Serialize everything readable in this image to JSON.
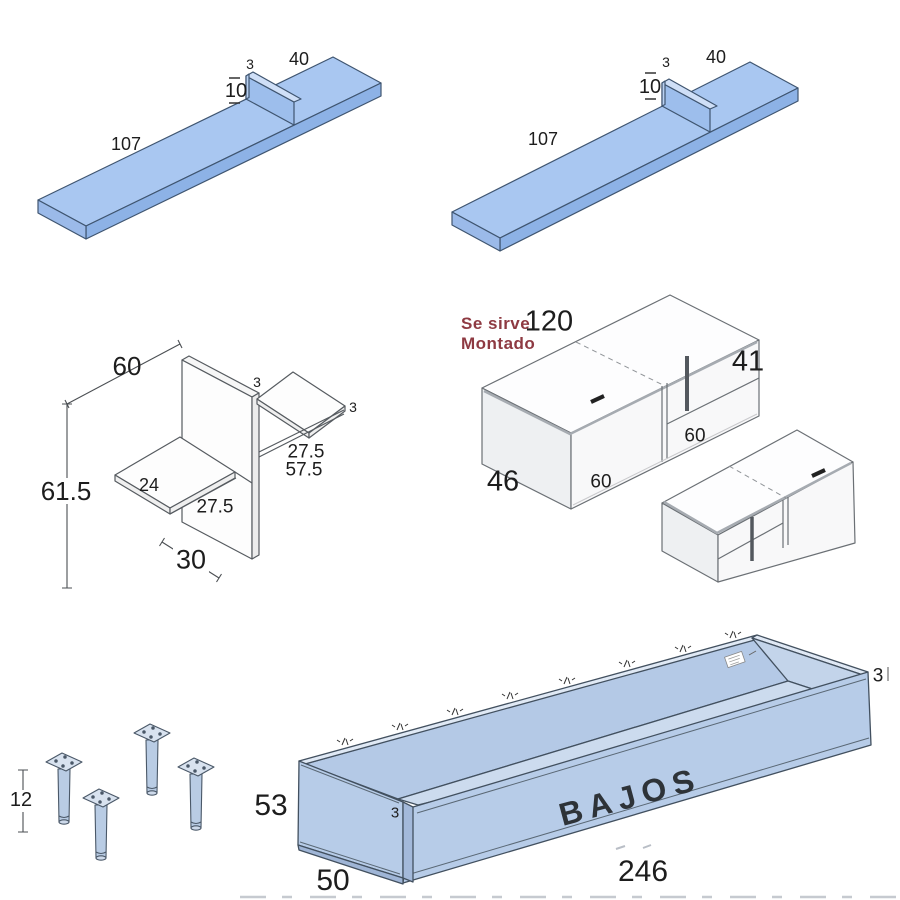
{
  "page": {
    "background": "#ffffff"
  },
  "colors": {
    "plank_blue": "#a9c7f1",
    "box_blue": "#b7cce8",
    "line_dark": "#3f5570",
    "cabinet_line": "#6b7075",
    "note_red": "#8e3a42",
    "text": "#1d1d1d"
  },
  "figures": {
    "shelf_top_left": {
      "length": "107",
      "top_width": "40",
      "divider_thickness": "3",
      "divider_height": "10"
    },
    "shelf_top_right": {
      "length": "107",
      "top_width": "40",
      "divider_thickness": "3",
      "divider_height": "10"
    },
    "bracket": {
      "top_depth": "60",
      "total_height": "61.5",
      "panel_thickness": "3",
      "shelf_thickness": "3",
      "left_shelf_width": "24",
      "left_shelf_depth": "27.5",
      "right_shelf_depth_a": "27.5",
      "right_shelf_depth_b": "57.5",
      "base_depth": "30"
    },
    "cabinet": {
      "note_line1": "Se sirve",
      "note_line2": "Montado",
      "length": "120",
      "height": "41",
      "depth": "46",
      "door_width": "60",
      "drawer_width": "60"
    },
    "legs": {
      "height": "12"
    },
    "base_box": {
      "label": "BAJOS",
      "height": "53",
      "front_thickness": "3",
      "depth": "50",
      "length": "246",
      "end_thickness": "3"
    }
  }
}
